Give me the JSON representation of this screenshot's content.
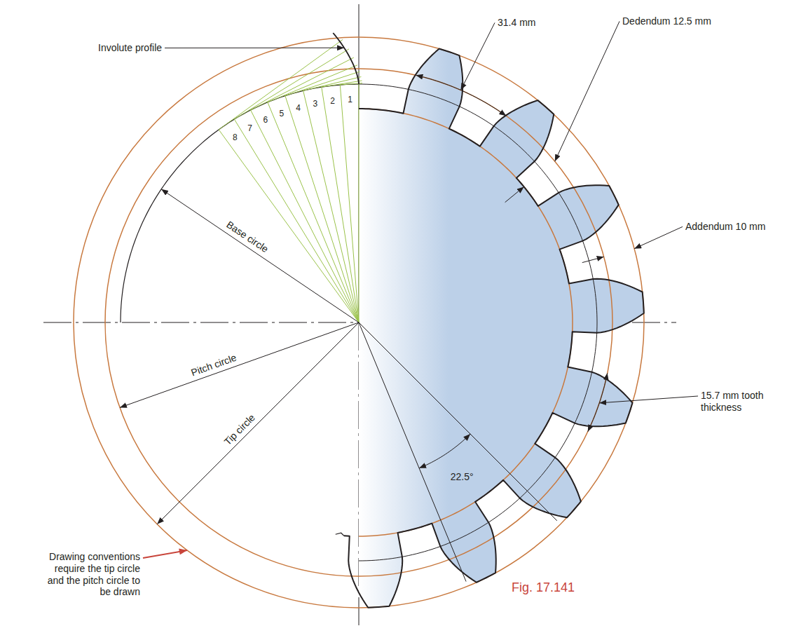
{
  "diagram": {
    "caption": "Fig. 17.141",
    "labels": [
      "Involute profile",
      "31.4 mm",
      "Dedendum 12.5 mm",
      "Addendum 10 mm",
      "1",
      "2",
      "3",
      "4",
      "5",
      "6",
      "7",
      "8",
      "Base circle",
      "Pitch circle",
      "Tip circle",
      "22.5°",
      "15.7 mm tooth thickness",
      "Drawing conventions require the tip circle and the pitch circle to be drawn"
    ]
  }
}
